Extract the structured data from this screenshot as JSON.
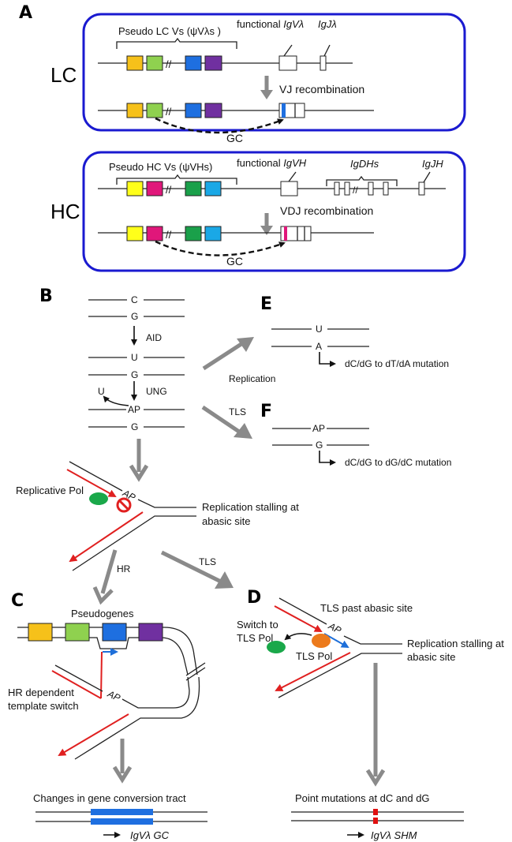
{
  "panels": {
    "A": "A",
    "B": "B",
    "C": "C",
    "D": "D",
    "E": "E",
    "F": "F"
  },
  "colors": {
    "frame": "#1a1ad0",
    "lc_boxes": [
      "#f6c11a",
      "#8fd14f",
      "#1e6fe0",
      "#7030a0"
    ],
    "hc_boxes": [
      "#ffff1a",
      "#e0177a",
      "#1aa04a",
      "#1aa8e6"
    ],
    "gc_insert_lc": "#1e6fe0",
    "gc_insert_hc": "#e0177a",
    "replicative_pol": "#1aa84a",
    "tls_pol": "#ec7a1c",
    "stop_sign": "#e02020",
    "mutation_mark": "#e01010",
    "gc_tract": "#1e6fe0"
  },
  "panelA": {
    "lc": {
      "chain": "LC",
      "pseudo_label": "Pseudo LC Vs (ψVλs )",
      "functional_label_prefix": "functional ",
      "functional_label_gene": "IgVλ",
      "j_label": "IgJλ",
      "recombination": "VJ recombination",
      "gc": "GC"
    },
    "hc": {
      "chain": "HC",
      "pseudo_label": "Pseudo HC Vs (ψVHs)",
      "functional_label_prefix": "functional ",
      "functional_label_gene": "IgVH",
      "d_label": "IgDHs",
      "j_label": "IgJH",
      "recombination": "VDJ recombination",
      "gc": "GC"
    }
  },
  "panelB": {
    "top_pair": [
      "C",
      "G"
    ],
    "aid": "AID",
    "mid_pair": [
      "U",
      "G"
    ],
    "ung": "UNG",
    "excised": "U",
    "bottom_pair": [
      "AP",
      "G"
    ],
    "fork_ap": "AP",
    "replicative_pol": "Replicative Pol",
    "stalling": [
      "Replication stalling at",
      "abasic site"
    ],
    "to_E": "Replication",
    "to_F": "TLS",
    "to_C": "HR",
    "to_D": "TLS"
  },
  "panelE": {
    "pair": [
      "U",
      "A"
    ],
    "outcome": "dC/dG to dT/dA mutation"
  },
  "panelF": {
    "pair": [
      "AP",
      "G"
    ],
    "outcome": "dC/dG to dG/dC mutation"
  },
  "panelC": {
    "pseudogenes": "Pseudogenes",
    "template_switch": [
      "HR dependent",
      "template switch"
    ],
    "ap": "AP",
    "result": "Changes in gene conversion tract",
    "footer": "IgVλ GC"
  },
  "panelD": {
    "tls_past": "TLS past abasic site",
    "switch": [
      "Switch to",
      "TLS Pol"
    ],
    "tls_pol": "TLS Pol",
    "ap": "AP",
    "stalling": [
      "Replication stalling at",
      "abasic site"
    ],
    "result": "Point mutations at dC and dG",
    "footer": "IgVλ SHM"
  }
}
